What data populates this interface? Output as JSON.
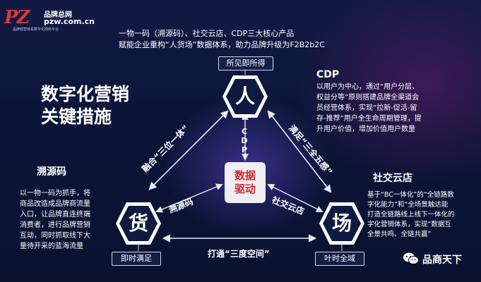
{
  "logo": {
    "mark": "PZ",
    "name": "品牌总网",
    "url": "pzw.com.cn",
    "tagline": "品牌经营体系数字化网络平台"
  },
  "intro": {
    "line1": "一物一码（溯源码）、社交云店、CDP三大核心产品",
    "line2": "赋能企业重构“人货场”数据体系，助力品牌升级为F2B2b2C"
  },
  "title": {
    "line1": "数字化营销",
    "line2": "关键措施"
  },
  "nodes": {
    "ren": {
      "label": "人",
      "tag": "所见即所得"
    },
    "huo": {
      "label": "货",
      "tag": "即时满足"
    },
    "chang": {
      "label": "场",
      "tag": "叶时全域"
    }
  },
  "core": {
    "line1": "数据",
    "line2": "驱动"
  },
  "cdp_vertical": [
    "C",
    "D",
    "P"
  ],
  "edges": {
    "left": "融合“三位一体”",
    "right": "满足“三全五感”",
    "bottom": "打通“三度空间”",
    "inner_left": "溯源码",
    "inner_right": "社交云店"
  },
  "sections": {
    "cdp": {
      "title": "CDP",
      "lines": [
        "以用户为中心，通过“用户分层、",
        "权益分等”原则搭建品牌全渠道会",
        "员经营体系，实现“拉新-促活-留",
        "存-推荐”用户全生命周期管理，提",
        "升用户价值，增加价值用户数量"
      ]
    },
    "trace": {
      "title": "溯源码",
      "lines": [
        "以一物一码为抓手，将",
        "商品改造成品牌商流量",
        "入口，让品牌直连终端",
        "消费者，进行品牌营销",
        "互动，同时抓取线下大",
        "量待开采的蓝海流量"
      ]
    },
    "social": {
      "title": "社交云店",
      "lines": [
        "基于“BC一体化”的“全链路数",
        "字化能力”和“全场景触达能",
        "打造全链路线上线下一体化的",
        "字化营销体系，实现“数据互",
        "全景共鸣、全链共赢”"
      ]
    }
  },
  "watermark": {
    "text": "品商天下",
    "icon": "wechat-icon"
  },
  "colors": {
    "background": "#0c1538",
    "accent_red": "#d6262d",
    "line": "#cfd4ec"
  }
}
